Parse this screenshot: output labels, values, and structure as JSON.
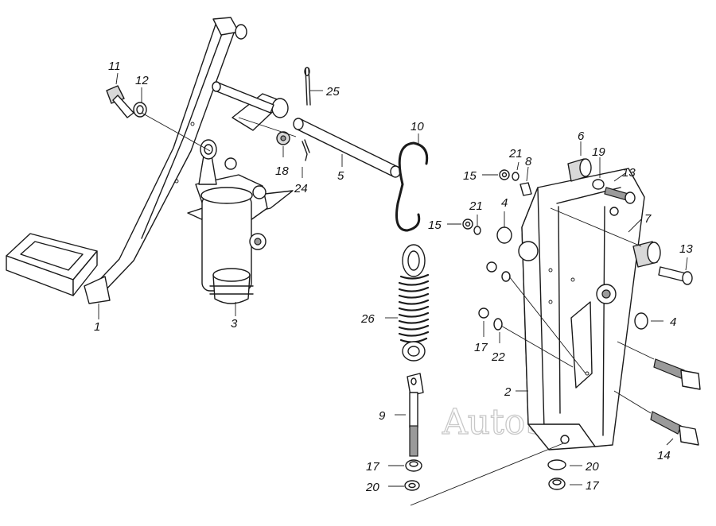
{
  "watermark": "AutoSoft",
  "callouts": {
    "c1": "1",
    "c2": "2",
    "c3": "3",
    "c4a": "4",
    "c4b": "4",
    "c5": "5",
    "c6": "6",
    "c7": "7",
    "c8": "8",
    "c9": "9",
    "c10": "10",
    "c11": "11",
    "c12": "12",
    "c13a": "13",
    "c13b": "13",
    "c14": "14",
    "c15a": "15",
    "c15b": "15",
    "c17a": "17",
    "c17b": "17",
    "c17c": "17",
    "c18": "18",
    "c19": "19",
    "c20a": "20",
    "c20b": "20",
    "c21a": "21",
    "c21b": "21",
    "c22": "22",
    "c24": "24",
    "c25": "25",
    "c26": "26"
  }
}
